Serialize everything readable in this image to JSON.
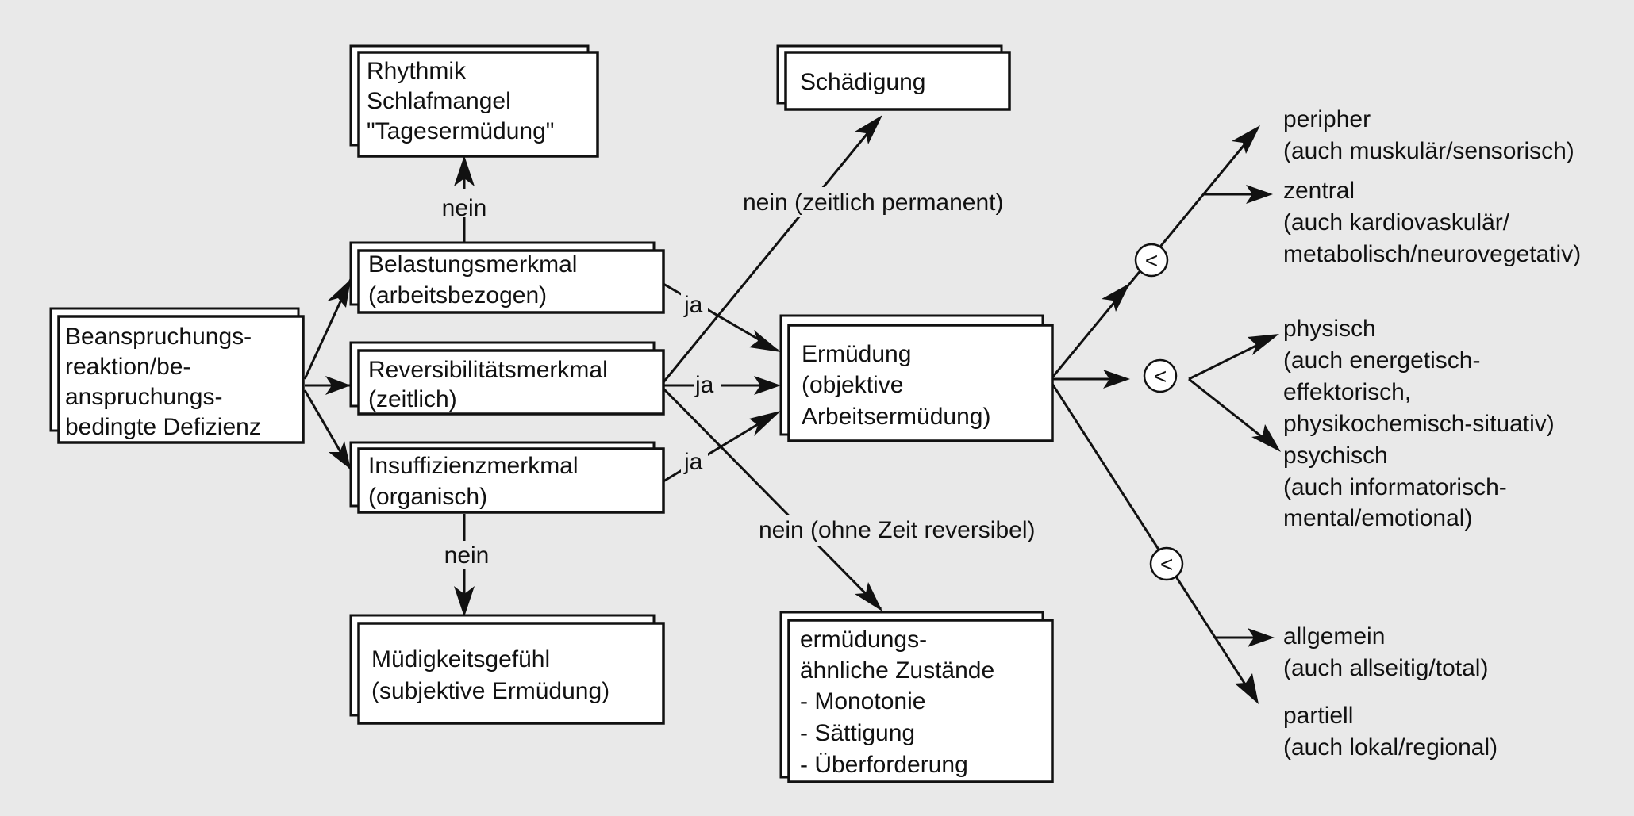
{
  "boxes": {
    "beanspruchung": [
      "Beanspruchungs-",
      "reaktion/be-",
      "anspruchungs-",
      "bedingte Defizienz"
    ],
    "rhythmik": [
      "Rhythmik",
      "Schlafmangel",
      "\"Tagesermüdung\""
    ],
    "belastung": [
      "Belastungsmerkmal",
      "(arbeitsbezogen)"
    ],
    "reversibilitaet": [
      "Reversibilitätsmerkmal",
      "(zeitlich)"
    ],
    "insuffizienz": [
      "Insuffizienzmerkmal",
      "(organisch)"
    ],
    "muedigkeit": [
      "Müdigkeitsgefühl",
      "(subjektive Ermüdung)"
    ],
    "schaedigung": [
      "Schädigung"
    ],
    "ermuedung": [
      "Ermüdung",
      "(objektive",
      "Arbeitsermüdung)"
    ],
    "aehnlich": [
      "ermüdungs-",
      "ähnliche Zustände",
      "- Monotonie",
      "- Sättigung",
      "- Überforderung"
    ]
  },
  "edge_labels": {
    "nein_top": "nein",
    "nein_bottom": "nein",
    "ja_1": "ja",
    "ja_2": "ja",
    "ja_3": "ja",
    "nein_permanent": "nein (zeitlich permanent)",
    "nein_reversibel": "nein (ohne Zeit reversibel)"
  },
  "comparison_symbol": "<",
  "side_labels": {
    "peripher": [
      "peripher",
      "(auch muskulär/sensorisch)"
    ],
    "zentral": [
      "zentral",
      "(auch kardiovaskulär/",
      "metabolisch/neurovegetativ)"
    ],
    "physisch": [
      "physisch",
      "(auch energetisch-",
      "effektorisch,",
      "physikochemisch-situativ)"
    ],
    "psychisch": [
      "psychisch",
      "(auch informatorisch-",
      "mental/emotional)"
    ],
    "allgemein": [
      "allgemein",
      "(auch allseitig/total)"
    ],
    "partiell": [
      "partiell",
      "(auch lokal/regional)"
    ]
  },
  "colors": {
    "background": "#e9e9e9",
    "box_fill": "#ffffff",
    "stroke": "#111111"
  }
}
